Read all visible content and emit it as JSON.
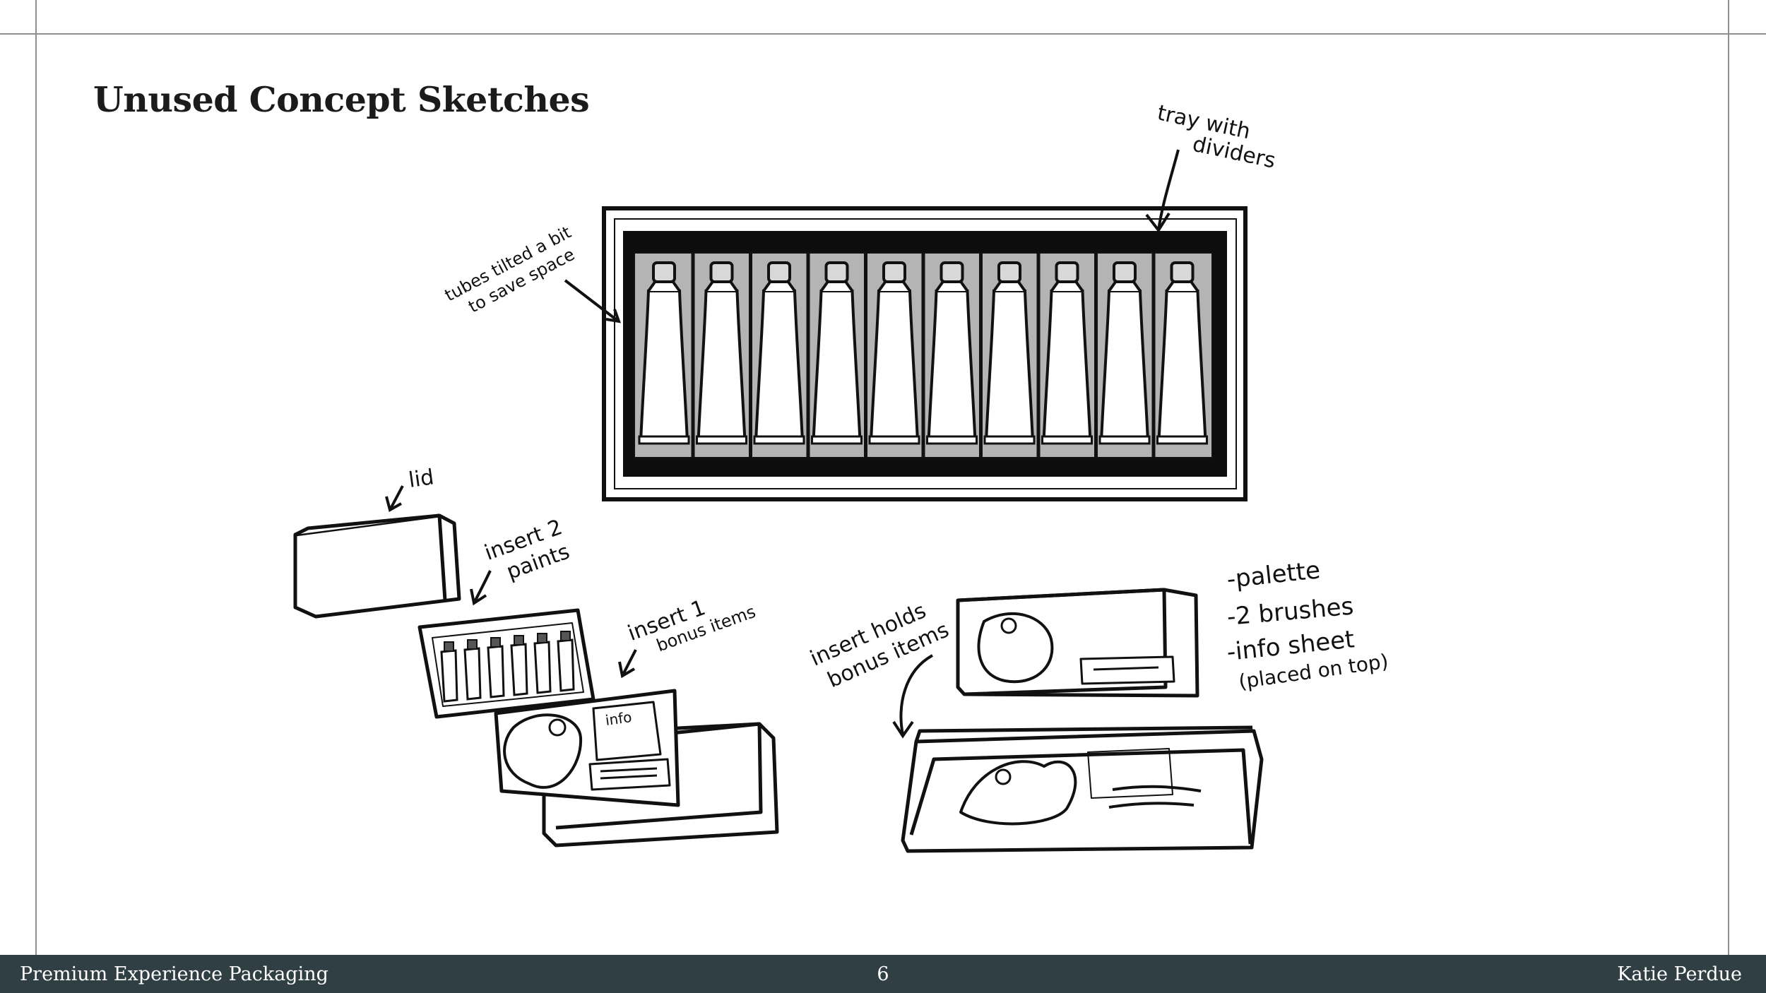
{
  "slide": {
    "title": "Unused Concept Sketches"
  },
  "annotations": {
    "tray_with": "tray with",
    "dividers": "dividers",
    "tubes_tilted": "tubes tilted a bit",
    "save_space": "to save space",
    "lid": "lid",
    "insert2": "insert 2",
    "paints": "paints",
    "insert1": "insert 1",
    "bonus_items": "bonus items",
    "insert_holds": "insert holds",
    "bonus_items_2": "bonus items",
    "info": "info",
    "palette": "-palette",
    "brushes": "-2 brushes",
    "info_sheet": "-info sheet",
    "placed_on_top": "(placed on top)"
  },
  "footer": {
    "left": "Premium Experience Packaging",
    "page": "6",
    "right": "Katie Perdue"
  }
}
